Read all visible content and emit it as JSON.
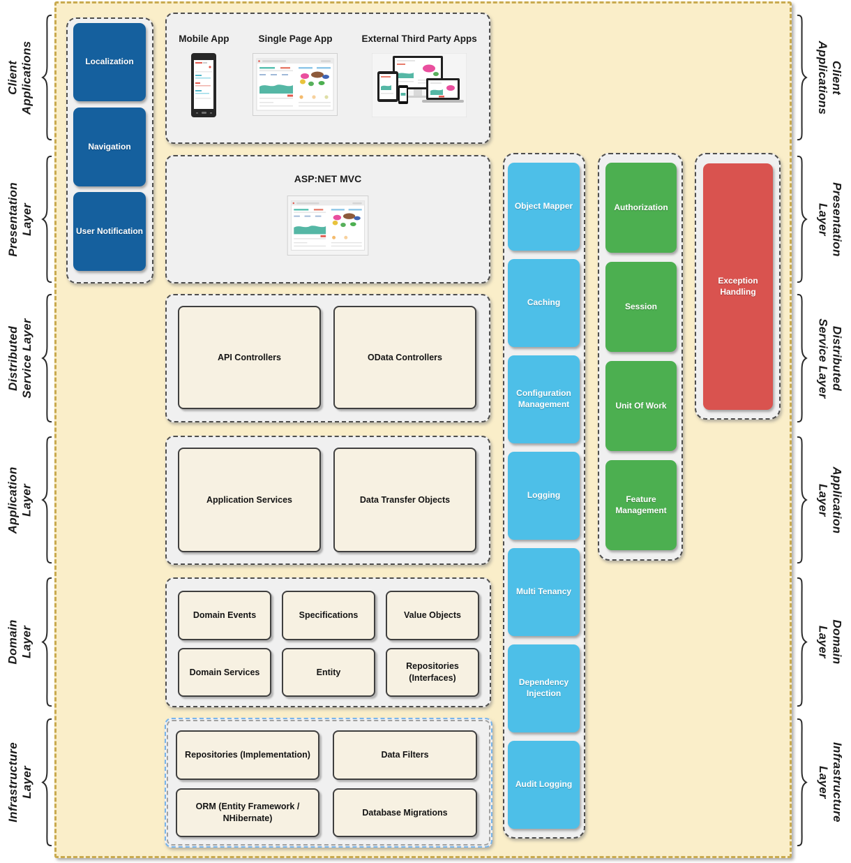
{
  "layers": [
    {
      "line1": "Client",
      "line2": "Applications"
    },
    {
      "line1": "Presentation",
      "line2": "Layer"
    },
    {
      "line1": "Distributed",
      "line2": "Service Layer"
    },
    {
      "line1": "Application",
      "line2": "Layer"
    },
    {
      "line1": "Domain",
      "line2": "Layer"
    },
    {
      "line1": "Infrastructure",
      "line2": "Layer"
    }
  ],
  "sidebar": {
    "items": [
      "Localization",
      "Navigation",
      "User Notification"
    ]
  },
  "client_apps": {
    "labels": [
      "Mobile App",
      "Single Page App",
      "External Third Party Apps"
    ]
  },
  "presentation": {
    "title": "ASP:NET MVC"
  },
  "distributed_service": {
    "boxes": [
      "API Controllers",
      "OData Controllers"
    ]
  },
  "application_layer": {
    "boxes": [
      "Application Services",
      "Data Transfer Objects"
    ]
  },
  "domain_layer": {
    "boxes": [
      "Domain Events",
      "Specifications",
      "Value Objects",
      "Domain Services",
      "Entity",
      "Repositories (Interfaces)"
    ]
  },
  "infrastructure_layer": {
    "boxes": [
      "Repositories (Implementation)",
      "Data Filters",
      "ORM (Entity Framework / NHibernate)",
      "Database Migrations"
    ]
  },
  "cross_cutting": {
    "blue_column": [
      "Object Mapper",
      "Caching",
      "Configuration Management",
      "Logging",
      "Multi Tenancy",
      "Dependency Injection",
      "Audit Logging"
    ],
    "green_column": [
      "Authorization",
      "Session",
      "Unit Of Work",
      "Feature Management"
    ],
    "red_column": [
      "Exception Handling"
    ]
  },
  "colors": {
    "background_beige": "#faeec9",
    "panel_border_tan": "#c9aa4f",
    "dark_blue": "#15609e",
    "cyan": "#4dbfe8",
    "green": "#4caf50",
    "red": "#d9534f",
    "cream": "#f7f1e2",
    "container_gray": "#f0f0f0",
    "infra_border_blue": "#78b4ea"
  }
}
